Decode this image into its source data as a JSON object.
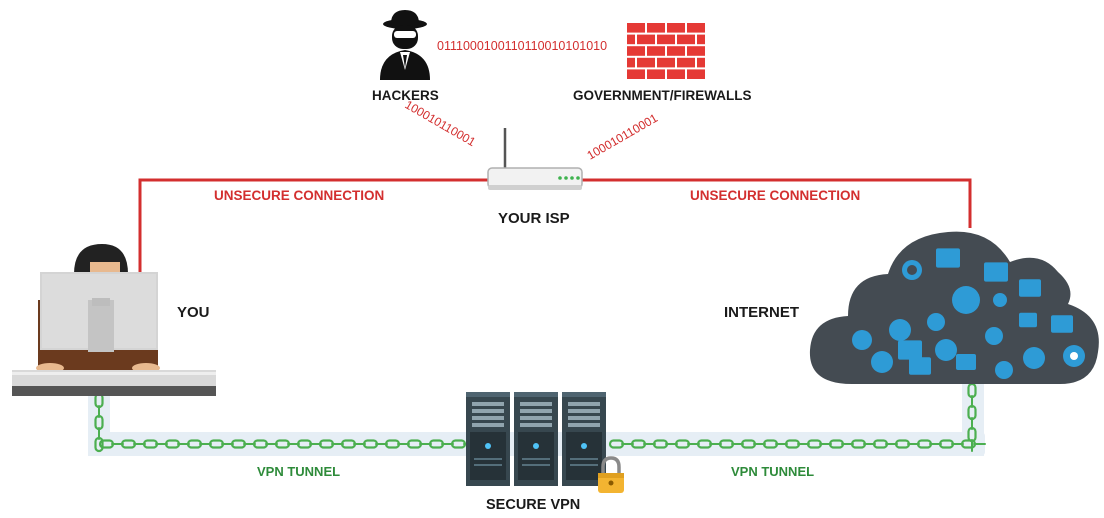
{
  "labels": {
    "hackers": "HACKERS",
    "government": "GOVERNMENT/FIREWALLS",
    "isp": "YOUR ISP",
    "you": "YOU",
    "internet": "INTERNET",
    "unsecure_left": "UNSECURE CONNECTION",
    "unsecure_right": "UNSECURE CONNECTION",
    "vpn_tunnel_left": "VPN TUNNEL",
    "vpn_tunnel_right": "VPN TUNNEL",
    "secure_vpn": "SECURE VPN"
  },
  "binary": {
    "top": "0111000100110110010101010",
    "left": "100010110001",
    "right": "100010110001"
  },
  "colors": {
    "unsecure_line": "#d32f2f",
    "tunnel": "#4caf50",
    "tunnel_track": "#e3ecf3",
    "cloud": "#444b52",
    "cloud_icon": "#2e9bd6",
    "server": "#37474f"
  },
  "icons": [
    "hacker-icon",
    "firewall-icon",
    "router-icon",
    "user-at-computer-icon",
    "cloud-icon",
    "server-rack-icon",
    "padlock-icon"
  ]
}
